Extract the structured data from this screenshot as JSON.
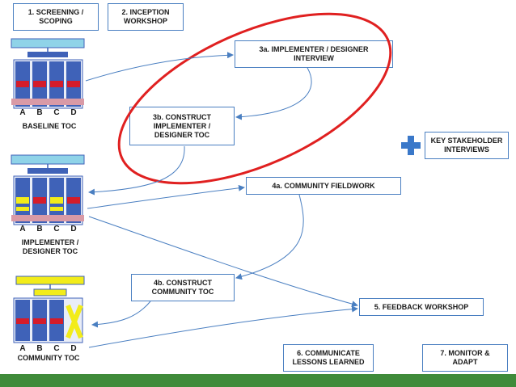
{
  "boxes": {
    "screening": "1. SCREENING /\nSCOPING",
    "inception": "2. INCEPTION\nWORKSHOP",
    "interview": "3a. IMPLEMENTER / DESIGNER\nINTERVIEW",
    "construct_implementer": "3b. CONSTRUCT\nIMPLEMENTER /\nDESIGNER TOC",
    "key_stakeholder": "KEY STAKEHOLDER\nINTERVIEWS",
    "community_fieldwork": "4a. COMMUNITY FIELDWORK",
    "construct_community": "4b. CONSTRUCT\nCOMMUNITY TOC",
    "feedback": "5. FEEDBACK WORKSHOP",
    "communicate": "6. COMMUNICATE\nLESSONS LEARNED",
    "monitor": "7. MONITOR &\nADAPT"
  },
  "toc_labels": {
    "baseline": "BASELINE TOC",
    "implementer": "IMPLEMENTER /\nDESIGNER TOC",
    "community": "COMMUNITY TOC"
  },
  "columns": [
    "A",
    "B",
    "C",
    "D"
  ],
  "colors": {
    "box_border": "#4a7fc1",
    "arrow": "#4a7fc1",
    "ellipse": "#e02020",
    "plus": "#3a78c9",
    "bar_green": "#3f8b3a",
    "col_blue": "#3f62b8",
    "red": "#d41c2a",
    "yellow": "#f2ec1a",
    "pink": "#d99aa6",
    "teal": "#8fd3e8"
  }
}
